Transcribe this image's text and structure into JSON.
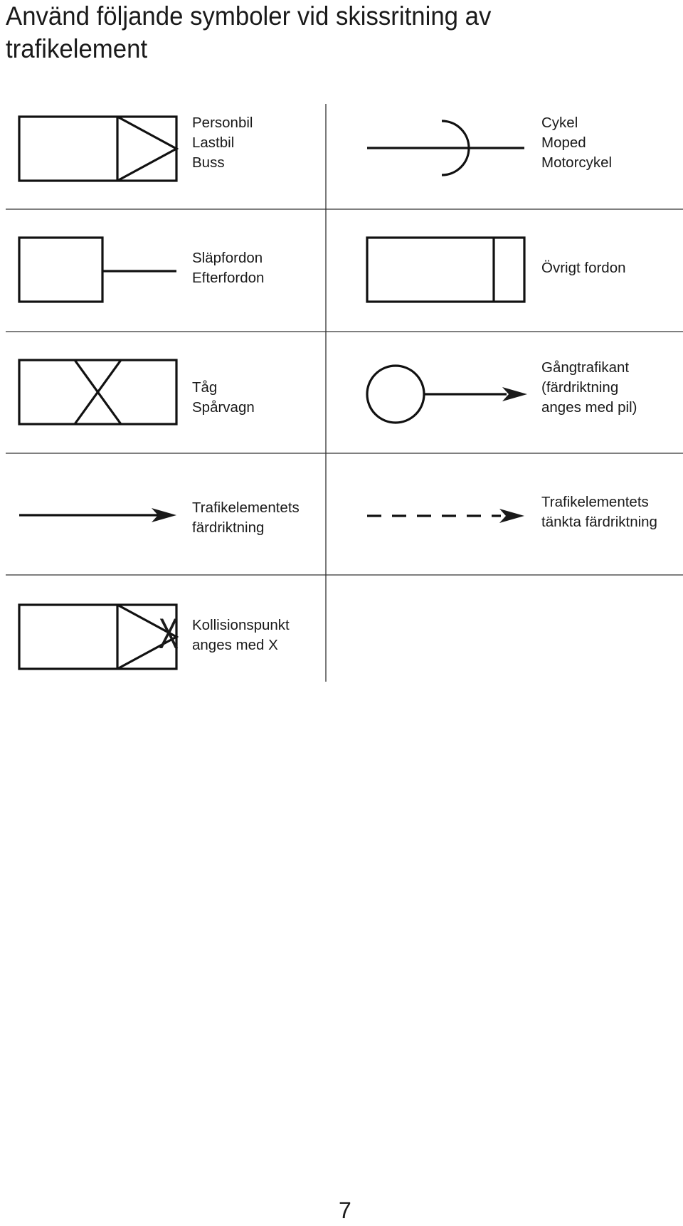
{
  "title": "Använd följande symboler vid skissritning av trafikelement",
  "legend": [
    {
      "id": "car",
      "symbol": "vehicle-box-icon",
      "label": "Personbil\nLastbil\nBuss"
    },
    {
      "id": "bike",
      "symbol": "bicycle-symbol-icon",
      "label": "Cykel\nMoped\nMotorcykel"
    },
    {
      "id": "trailer",
      "symbol": "trailer-icon",
      "label": "Släpfordon\nEfterfordon"
    },
    {
      "id": "other",
      "symbol": "other-vehicle-icon",
      "label": "Övrigt fordon"
    },
    {
      "id": "train",
      "symbol": "train-icon",
      "label": "Tåg\nSpårvagn"
    },
    {
      "id": "pedestrian",
      "symbol": "pedestrian-arrow-icon",
      "label": "Gångtrafikant\n(färdriktning\nanges med pil)"
    },
    {
      "id": "direction",
      "symbol": "solid-arrow-icon",
      "label": "Trafikelementets\nfärdriktning"
    },
    {
      "id": "intended",
      "symbol": "dashed-arrow-icon",
      "label": "Trafikelementets\ntänkta färdriktning"
    },
    {
      "id": "collision",
      "symbol": "collision-x-icon",
      "label": "Kollisionspunkt\nanges med X",
      "marker": "X"
    }
  ],
  "page_number": "7"
}
